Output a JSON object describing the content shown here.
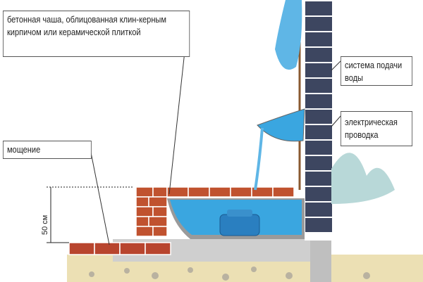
{
  "labels": {
    "bowl": "бетонная чаша, облицованная клин-керным кирпичом или керамической плиткой",
    "water_supply": "система подачи воды",
    "wiring": "электрическая проводка",
    "paving": "мощение"
  },
  "dimension": "50 см",
  "colors": {
    "water": "#3aa6e0",
    "brick": "#b8452e",
    "wall": "#3d4660",
    "concrete": "#c9c9c9",
    "gravel": "#e8dcb0"
  }
}
